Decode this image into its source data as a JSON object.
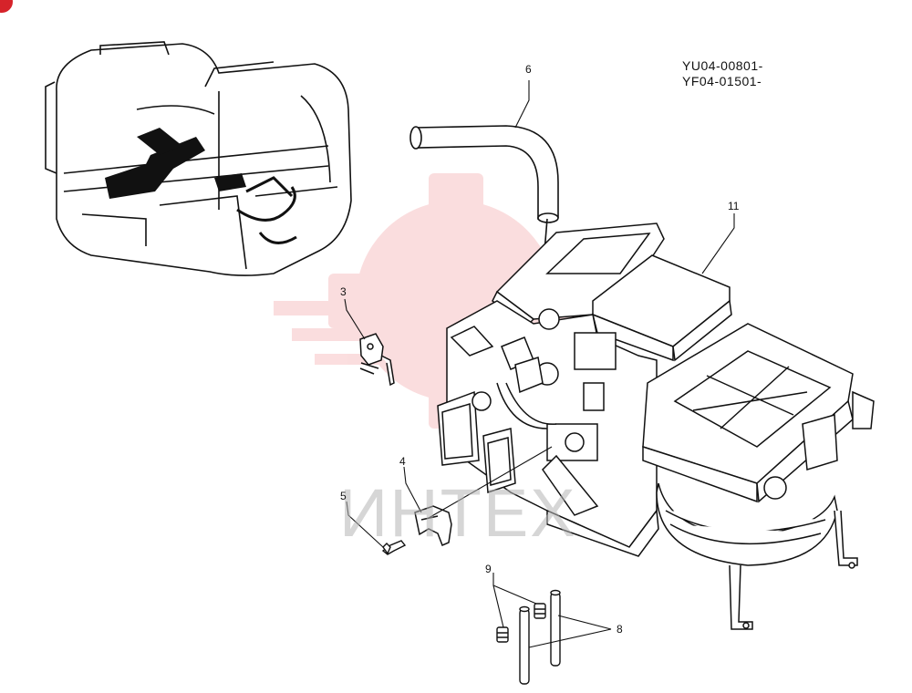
{
  "diagram": {
    "serial_ranges": [
      "YU04-00801-",
      "YF04-01501-"
    ],
    "callouts": [
      {
        "id": "6",
        "label": "6"
      },
      {
        "id": "11",
        "label": "11"
      },
      {
        "id": "3",
        "label": "3"
      },
      {
        "id": "4",
        "label": "4"
      },
      {
        "id": "5",
        "label": "5"
      },
      {
        "id": "9",
        "label": "9"
      },
      {
        "id": "8",
        "label": "8"
      }
    ],
    "watermark": {
      "text": "ИНТЕХ",
      "color": "#e8494c"
    },
    "colors": {
      "line": "#111111",
      "corner_badge": "#d6232a"
    }
  }
}
